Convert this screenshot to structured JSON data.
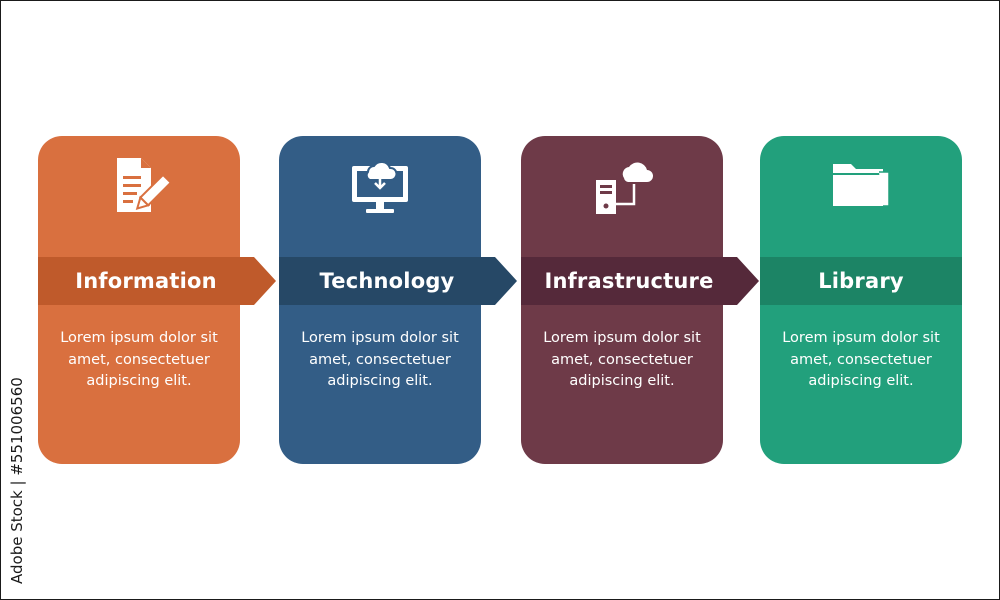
{
  "steps": [
    {
      "title": "Information",
      "description_line1": "Lorem ipsum dolor sit",
      "description_line2": "amet, consectetuer",
      "description_line3": "adipiscing elit.",
      "color": "#d9703f",
      "band_color": "#bf5a2b",
      "icon": "document-pencil-icon"
    },
    {
      "title": "Technology",
      "description_line1": "Lorem ipsum dolor sit",
      "description_line2": "amet, consectetuer",
      "description_line3": "adipiscing elit.",
      "color": "#335d86",
      "band_color": "#264866",
      "icon": "cloud-monitor-icon"
    },
    {
      "title": "Infrastructure",
      "description_line1": "Lorem ipsum dolor sit",
      "description_line2": "amet, consectetuer",
      "description_line3": "adipiscing elit.",
      "color": "#6e3a48",
      "band_color": "#55293a",
      "icon": "server-cloud-icon"
    },
    {
      "title": "Library",
      "description_line1": "Lorem ipsum dolor sit",
      "description_line2": "amet, consectetuer",
      "description_line3": "adipiscing elit.",
      "color": "#22a07c",
      "band_color": "#1c8465",
      "icon": "folder-icon"
    }
  ],
  "stock_id": "Adobe Stock | #551006560"
}
